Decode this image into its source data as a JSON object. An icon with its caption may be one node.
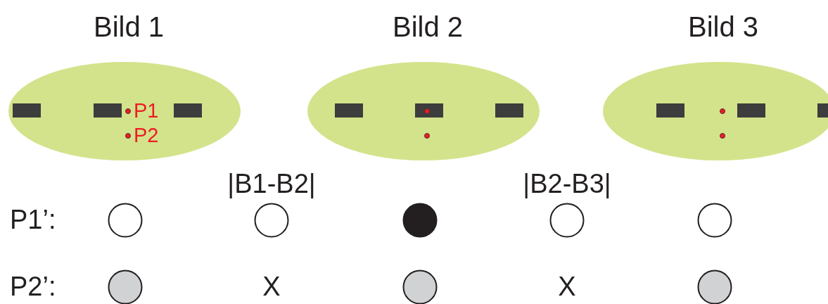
{
  "diagram": {
    "nodes": [
      {
        "text": [
          "Bild 1",
          "P1",
          "P2"
        ]
      },
      {
        "text": [
          "Bild 2"
        ]
      },
      {
        "text": [
          "Bild 3"
        ]
      },
      {
        "text": [],
        "shape": "circle"
      },
      {
        "text": [],
        "shape": "circle"
      },
      {
        "text": [],
        "shape": "circle"
      },
      {
        "text": [],
        "shape": "circle"
      },
      {
        "text": [],
        "shape": "circle"
      },
      {
        "text": [],
        "shape": "circle"
      },
      {
        "text": [],
        "shape": "circle"
      },
      {
        "text": [],
        "shape": "circle"
      }
    ],
    "labels": [
      "|B1-B2|",
      "|B2-B3|",
      "P1’:",
      "P2’:",
      "X",
      "X"
    ]
  }
}
